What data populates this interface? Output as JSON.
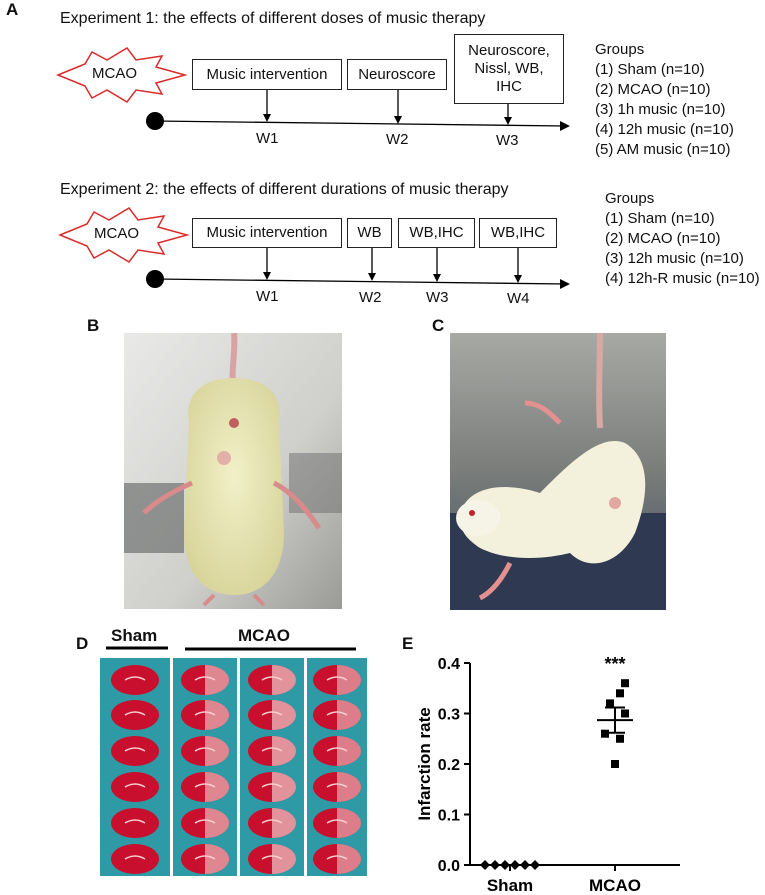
{
  "panels": {
    "a": "A",
    "b": "B",
    "c": "C",
    "d": "D",
    "e": "E"
  },
  "exp1": {
    "title": "Experiment 1: the effects of different doses of music therapy",
    "model": "MCAO",
    "boxes": [
      "Music intervention",
      "Neuroscore",
      "Neuroscore,\nNissl, WB,\nIHC"
    ],
    "weeks": [
      "W1",
      "W2",
      "W3"
    ],
    "groups_title": "Groups",
    "groups": [
      "(1) Sham (n=10)",
      "(2) MCAO (n=10)",
      "(3) 1h music (n=10)",
      "(4) 12h music (n=10)",
      "(5) AM music (n=10)"
    ]
  },
  "exp2": {
    "title": "Experiment 2: the effects of different durations of music therapy",
    "model": "MCAO",
    "boxes": [
      "Music intervention",
      "WB",
      "WB,IHC",
      "WB,IHC"
    ],
    "weeks": [
      "W1",
      "W2",
      "W3",
      "W4"
    ],
    "groups_title": "Groups",
    "groups": [
      "(1) Sham (n=10)",
      "(2) MCAO (n=10)",
      "(3) 12h music (n=10)",
      "(4) 12h-R music (n=10)"
    ]
  },
  "panel_d": {
    "label_sham": "Sham",
    "label_mcao": "MCAO"
  },
  "colors": {
    "starburst": "#d92b2b",
    "tissue_red": "#c8102e",
    "tray": "#2e9aa6",
    "fur": "#e6e4b3"
  },
  "chart_data": {
    "type": "scatter",
    "ylabel": "Infarction rate",
    "categories": [
      "Sham",
      "MCAO"
    ],
    "ylim": [
      0.0,
      0.4
    ],
    "yticks": [
      "0.0",
      "0.1",
      "0.2",
      "0.3",
      "0.4"
    ],
    "series": [
      {
        "values": [
          0,
          0,
          0,
          0,
          0,
          0
        ]
      },
      {
        "values": [
          0.36,
          0.34,
          0.32,
          0.3,
          0.26,
          0.25,
          0.2
        ]
      }
    ],
    "means": [
      0.0,
      0.287
    ],
    "sem": [
      0.0,
      0.025
    ],
    "annotation": "***"
  }
}
